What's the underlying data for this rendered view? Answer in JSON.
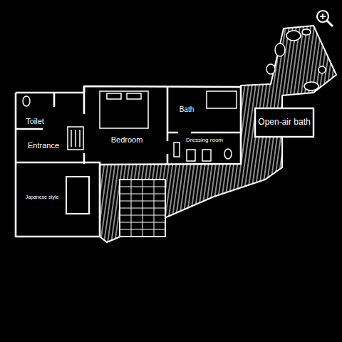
{
  "diagram": {
    "nodes": [
      {
        "text": [
          "Toilet"
        ]
      },
      {
        "text": [
          "Entrance"
        ]
      },
      {
        "text": [
          "Bedroom"
        ]
      },
      {
        "text": [
          "Bath"
        ]
      },
      {
        "text": [
          "Dressing room"
        ]
      },
      {
        "text": [
          "Open-air bath"
        ]
      },
      {
        "text": [
          "Japanese style"
        ]
      }
    ]
  }
}
